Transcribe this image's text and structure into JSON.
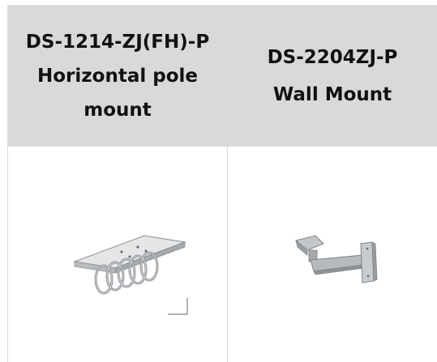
{
  "columns": [
    {
      "model": "DS-1214-ZJ(FH)-P",
      "description_lines": [
        "Horizontal pole",
        "mount"
      ],
      "image": "horizontal-pole-mount-bracket"
    },
    {
      "model": "DS-2204ZJ-P",
      "description_lines": [
        "Wall Mount"
      ],
      "image": "wall-mount-bracket"
    }
  ],
  "colors": {
    "header_bg": "#d9d9d9",
    "border": "#d8d8d8",
    "text": "#111111"
  }
}
